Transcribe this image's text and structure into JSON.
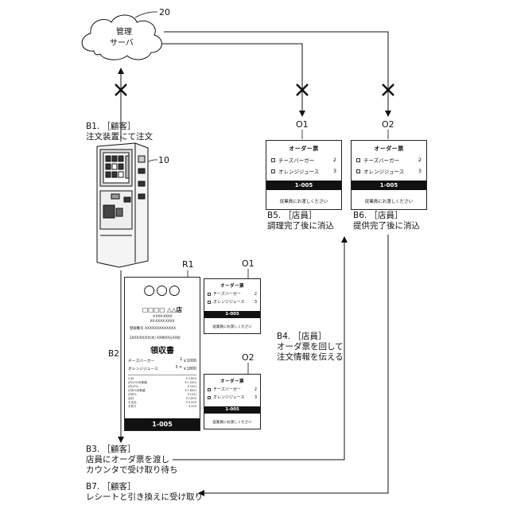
{
  "server": {
    "line1": "管理",
    "line2": "サーバ",
    "ref": "20"
  },
  "kiosk": {
    "ref": "10"
  },
  "labels": {
    "b1": {
      "line1": "B1. ［顧客］",
      "line2": "注文装置にて注文"
    },
    "b2": "B2",
    "b3": {
      "line1": "B3. ［顧客］",
      "line2": "店員にオーダ票を渡し",
      "line3": "カウンタで受け取り待ち"
    },
    "b4": {
      "line1": "B4. ［店員］",
      "line2": "オーダ票を回して",
      "line3": "注文情報を伝える"
    },
    "b5": {
      "line1": "B5. ［店員］",
      "line2": "調理完了後に消込"
    },
    "b6": {
      "line1": "B6. ［店員］",
      "line2": "提供完了後に消込"
    },
    "b7": {
      "line1": "B7. ［顧客］",
      "line2": "レシートと引き換えに受け取り"
    }
  },
  "refs": {
    "r1": "R1",
    "o1_top": "O1",
    "o2_top": "O2",
    "o1_mid": "O1",
    "o2_mid": "O2"
  },
  "order_ticket": {
    "title": "オーダー票",
    "items": [
      {
        "name": "チーズバーガー",
        "qty": "2"
      },
      {
        "name": "オレンジジュース",
        "qty": "3"
      }
    ],
    "number": "1-005",
    "footer": "従業員にお渡しください"
  },
  "receipt": {
    "logo": "○○○",
    "store": "□□□□ △△店",
    "address": "〒XXX-XXXX",
    "tel": "XX-XXXX-XXXX",
    "registration": "登録番号 XXXXXXXXXXXXX",
    "datetime": "20XX/XX/XX(木) XX時XX分XX秒",
    "heading": "領収書",
    "items": [
      {
        "name": "チーズバーガー",
        "qty": "2",
        "price": "￥1000"
      },
      {
        "name": "オレンジジュース",
        "qty": "3 ×",
        "price": "￥1800"
      }
    ],
    "summary": [
      {
        "name": "小計",
        "value": "￥2,800"
      },
      {
        "name": "(内10%対象額",
        "value": "￥1,000)"
      },
      {
        "name": "(内10%",
        "value": "￥100)"
      },
      {
        "name": "(内8%対象額",
        "value": "￥1,800)"
      },
      {
        "name": "(内8%",
        "value": "￥133)"
      },
      {
        "name": "合計",
        "value": "￥2,800"
      },
      {
        "name": "お支払",
        "value": "￥3,000"
      },
      {
        "name": "お釣り",
        "value": "￥200"
      }
    ],
    "number": "1-005"
  }
}
